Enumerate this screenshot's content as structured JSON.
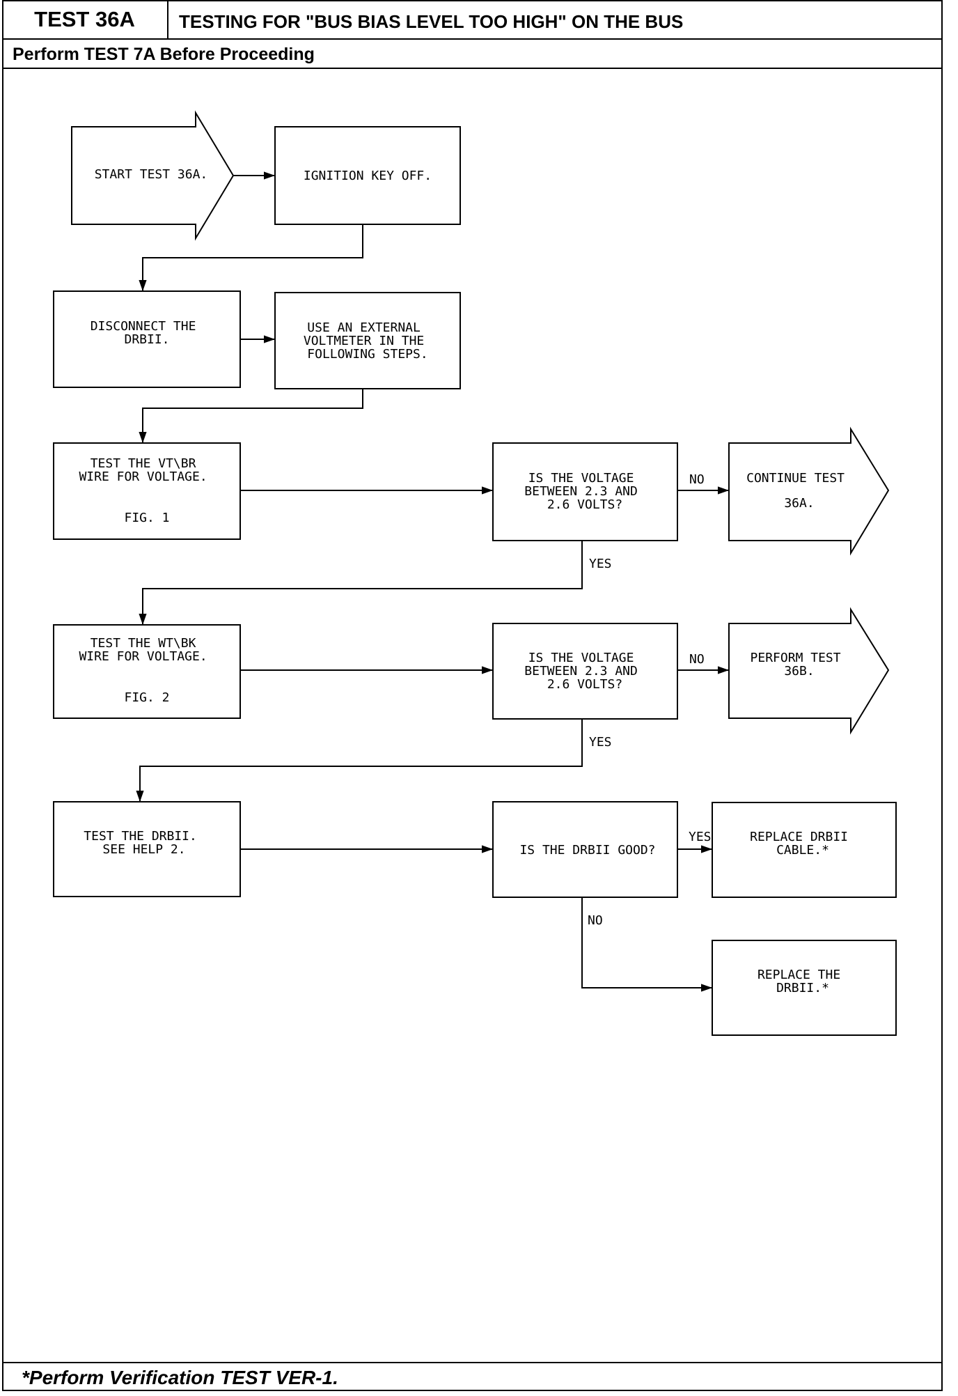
{
  "header": {
    "test_id": "TEST 36A",
    "title": "TESTING FOR \"BUS BIAS LEVEL TOO HIGH\" ON THE BUS",
    "prerequisite": "Perform TEST 7A Before Proceeding"
  },
  "flowchart": {
    "start": [
      "START TEST 36A."
    ],
    "ignition": [
      "IGNITION KEY OFF."
    ],
    "disconnect": [
      "DISCONNECT THE",
      "DRBII."
    ],
    "voltmeter": [
      "USE AN EXTERNAL",
      "VOLTMETER IN THE",
      "FOLLOWING STEPS."
    ],
    "test_vtbr": [
      "TEST THE VT\\BR",
      "WIRE FOR VOLTAGE.",
      "FIG. 1"
    ],
    "decision1": [
      "IS THE VOLTAGE",
      "BETWEEN 2.3 AND",
      "2.6 VOLTS?"
    ],
    "continue": [
      "CONTINUE TEST",
      "36A."
    ],
    "test_wtbk": [
      "TEST THE WT\\BK",
      "WIRE FOR VOLTAGE.",
      "FIG. 2"
    ],
    "decision2": [
      "IS THE VOLTAGE",
      "BETWEEN 2.3 AND",
      "2.6 VOLTS?"
    ],
    "perform36b": [
      "PERFORM TEST",
      "36B."
    ],
    "test_drbii": [
      "TEST THE DRBII.",
      "SEE HELP 2."
    ],
    "decision3": [
      "IS THE DRBII GOOD?"
    ],
    "replace_cable": [
      "REPLACE DRBII",
      "CABLE.*"
    ],
    "replace_drbii": [
      "REPLACE THE",
      "DRBII.*"
    ],
    "labels": {
      "no1": "NO",
      "yes1": "YES",
      "no2": "NO",
      "yes2": "YES",
      "yes3": "YES",
      "no3": "NO"
    }
  },
  "footer": {
    "note": "*Perform Verification TEST VER-1."
  }
}
